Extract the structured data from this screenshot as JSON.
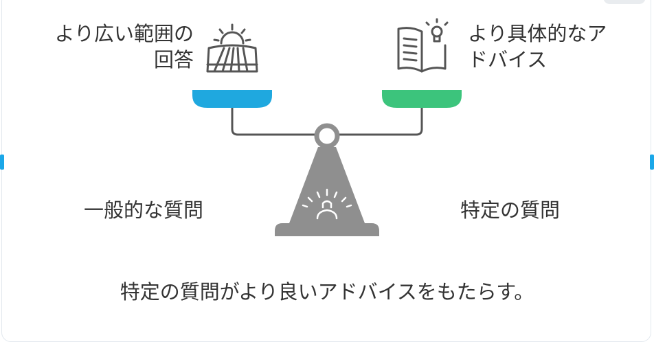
{
  "diagram": {
    "left_pan": {
      "label_lines": [
        "より広い範囲の",
        "回答"
      ],
      "icon": "sunrise-field-icon",
      "color": "#1fa8df"
    },
    "right_pan": {
      "label_lines": [
        "より具体的なア",
        "ドバイス"
      ],
      "icon": "book-lightbulb-icon",
      "color": "#3cc47c"
    },
    "left_base_label": "一般的な質問",
    "right_base_label": "特定の質問",
    "conclusion": "特定の質問がより良いアドバイスをもたらす。",
    "scale_color": "#8f8f8f",
    "beam_color": "#555555"
  }
}
